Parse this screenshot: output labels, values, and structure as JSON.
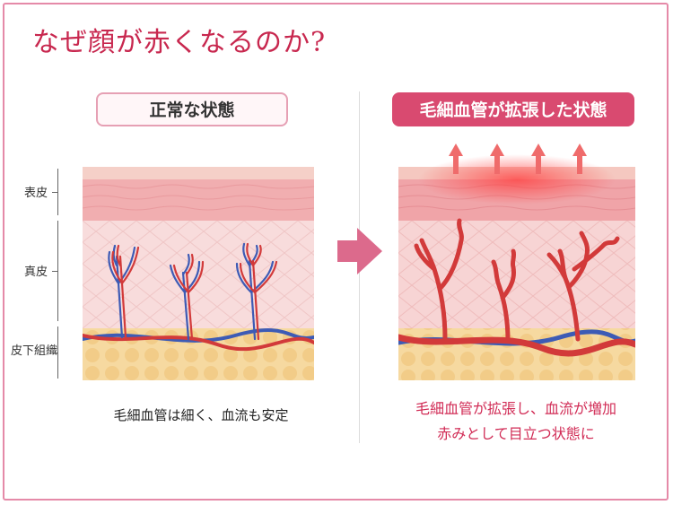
{
  "title": "なぜ顔が赤くなるのか?",
  "left": {
    "label": "正常な状態",
    "caption": "毛細血管は細く、血流も安定"
  },
  "right": {
    "label": "毛細血管が拡張した状態",
    "caption_line1": "毛細血管が拡張し、血流が増加",
    "caption_line2": "赤みとして目立つ状態に"
  },
  "layers": {
    "epidermis": "表皮",
    "dermis": "真皮",
    "subcutaneous": "皮下組織"
  },
  "colors": {
    "accent": "#c8284f",
    "artery": "#d23a3a",
    "vein": "#3d5bb5",
    "epidermis": "#f3b3b3",
    "dermis": "#f9dede",
    "fat": "#f6d9a0"
  }
}
